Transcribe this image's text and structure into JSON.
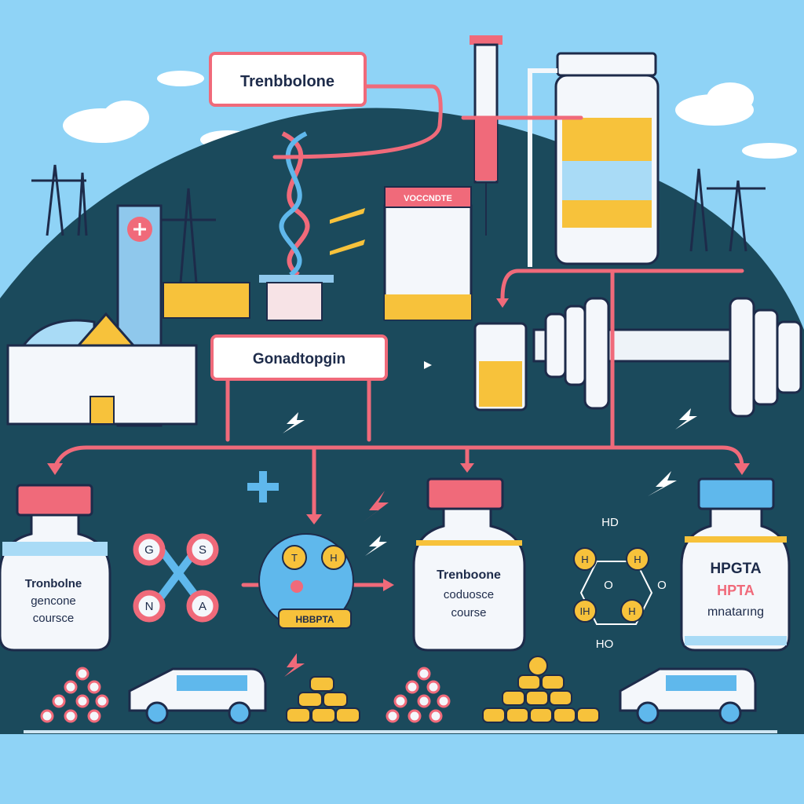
{
  "labels": {
    "top": "Trenbbolone",
    "middle": "Gonadtopgin",
    "building_sign": "VOCCNDTE"
  },
  "vials": [
    {
      "lines": [
        "Tronbolne",
        "gencone",
        "coursce"
      ]
    },
    {
      "lines": [
        "Trenboone",
        "coduosce",
        "course"
      ]
    },
    {
      "lines": [
        "HPGTA",
        "HPTA",
        "mnatarıng"
      ]
    }
  ],
  "molecule_a": [
    "G",
    "S",
    "N",
    "A"
  ],
  "molecule_b": [
    "T",
    "H"
  ],
  "badge": "HBBPTA",
  "molecule_c": {
    "atoms": [
      "H",
      "H",
      "IH",
      "H"
    ],
    "o": [
      "O",
      "O"
    ],
    "top": "HD",
    "bottom": "HO"
  },
  "colors": {
    "sky": "#8fd3f6",
    "hill": "#1b4a5c",
    "pink": "#f06a7a",
    "yellow": "#f7c23b",
    "blue": "#5fb8ec"
  }
}
